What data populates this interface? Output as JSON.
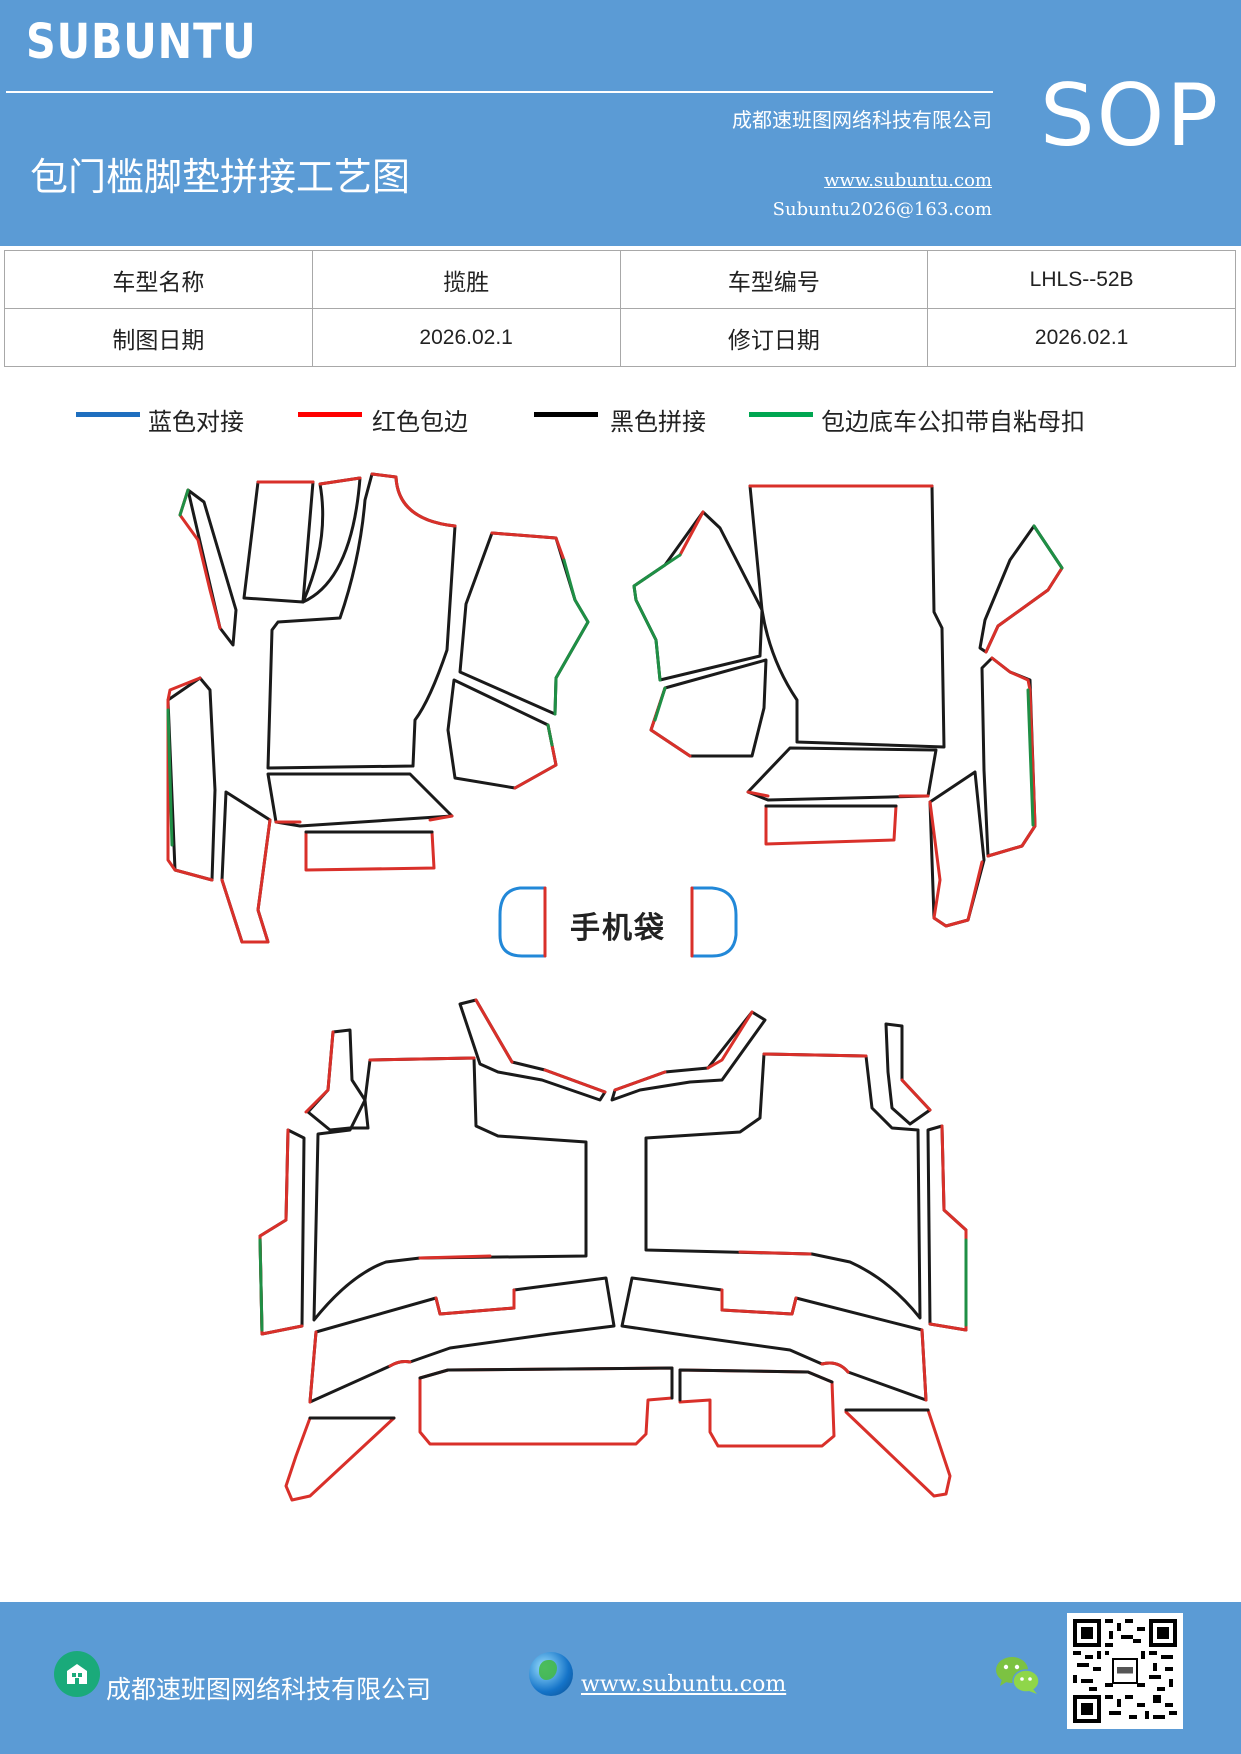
{
  "header": {
    "brand": "SUBUNTU",
    "sop_label": "SOP",
    "company": "成都速班图网络科技有限公司",
    "title": "包门槛脚垫拼接工艺图",
    "website": "www.subuntu.com",
    "email": "Subuntu2026@163.com"
  },
  "info_table": {
    "model_name_label": "车型名称",
    "model_name_value": "揽胜",
    "model_code_label": "车型编号",
    "model_code_value": "LHLS--52B",
    "draw_date_label": "制图日期",
    "draw_date_value": "2026.02.1",
    "revise_date_label": "修订日期",
    "revise_date_value": "2026.02.1"
  },
  "legend": [
    {
      "label": "蓝色对接",
      "color": "#1f6fbf"
    },
    {
      "label": "红色包边",
      "color": "#ff0000"
    },
    {
      "label": "黑色拼接",
      "color": "#000000"
    },
    {
      "label": "包边底车公扣带自粘母扣",
      "color": "#00a651"
    }
  ],
  "diagram": {
    "phone_bag_label": "手机袋",
    "colors": {
      "outline": "#1a1a1a",
      "red": "#d9302a",
      "green": "#1f8f45",
      "blue": "#2288d8"
    }
  },
  "footer": {
    "company": "成都速班图网络科技有限公司",
    "website": "www.subuntu.com "
  },
  "colors": {
    "theme_blue": "#5b9bd5"
  }
}
